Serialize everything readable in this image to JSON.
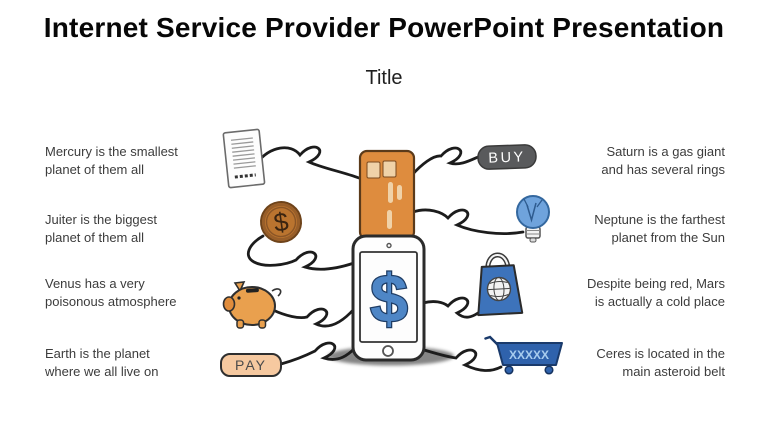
{
  "slide": {
    "title": "Internet Service Provider PowerPoint Presentation",
    "subtitle": "Title"
  },
  "left_items": [
    {
      "lines": [
        "Mercury is the smallest",
        "planet of them all"
      ]
    },
    {
      "lines": [
        "Juiter is the biggest",
        "planet of them all"
      ]
    },
    {
      "lines": [
        "Venus has a very",
        "poisonous atmosphere"
      ]
    },
    {
      "lines": [
        "Earth is the planet",
        "where we all live on"
      ]
    }
  ],
  "right_items": [
    {
      "lines": [
        "Saturn is a gas giant",
        "and has several rings"
      ]
    },
    {
      "lines": [
        "Neptune is the farthest",
        "planet from the Sun"
      ]
    },
    {
      "lines": [
        "Despite being red, Mars",
        "is actually a cold place"
      ]
    },
    {
      "lines": [
        "Ceres is located in the",
        "main asteroid belt"
      ]
    }
  ],
  "illustration": {
    "buy_label": "BUY",
    "pay_label": "PAY",
    "cart_label": "XXXXX",
    "coin_symbol": "$",
    "screen_symbol": "$",
    "colors": {
      "card_orange": "#DE8C3E",
      "card_detail": "#F0D2A8",
      "coin_brown": "#BA742F",
      "piggy_orange": "#E9A04E",
      "pay_peach": "#F6C9A0",
      "buy_gray": "#595A5C",
      "bulb_blue": "#6FA3DC",
      "bag_blue": "#3D73BB",
      "cart_blue": "#2F62AC",
      "dollar_blue": "#4E86C6",
      "line_black": "#1C1C1C"
    }
  }
}
